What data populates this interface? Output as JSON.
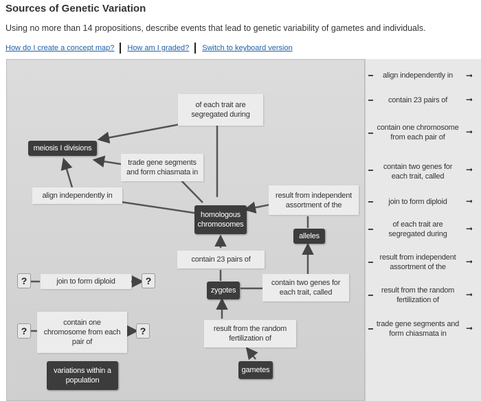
{
  "header": {
    "title": "Sources of Genetic Variation",
    "instructions": "Using no more than 14 propositions, describe events that lead to genetic variability of gametes and individuals.",
    "links": [
      "How do I create a concept map?",
      "How am I graded?",
      "Switch to keyboard version"
    ]
  },
  "map": {
    "placeholder": "?",
    "nodes": {
      "of_each_trait": "of each trait are segregated during",
      "meiosis": "meiosis I divisions",
      "trade_gene": "trade gene segments and form chiasmata in",
      "align_independently": "align independently in",
      "result_independent": "result from independent assortment of the",
      "homologous": "homologous chromosomes",
      "alleles": "alleles",
      "contain_23": "contain 23 pairs of",
      "join_diploid": "join to form diploid",
      "zygotes": "zygotes",
      "contain_two_genes": "contain two genes for each trait, called",
      "contain_one_chrom": "contain one chromosome from each pair of",
      "result_random": "result from the random fertilization of",
      "variations": "variations within a population",
      "gametes": "gametes"
    }
  },
  "panel": {
    "items": [
      "align independently in",
      "contain 23 pairs of",
      "contain one chromosome from each pair of",
      "contain two genes for each trait, called",
      "join to form diploid",
      "of each trait are segregated during",
      "result from independent assortment of the",
      "result from the random fertilization of",
      "trade gene segments and form chiasmata in"
    ]
  }
}
